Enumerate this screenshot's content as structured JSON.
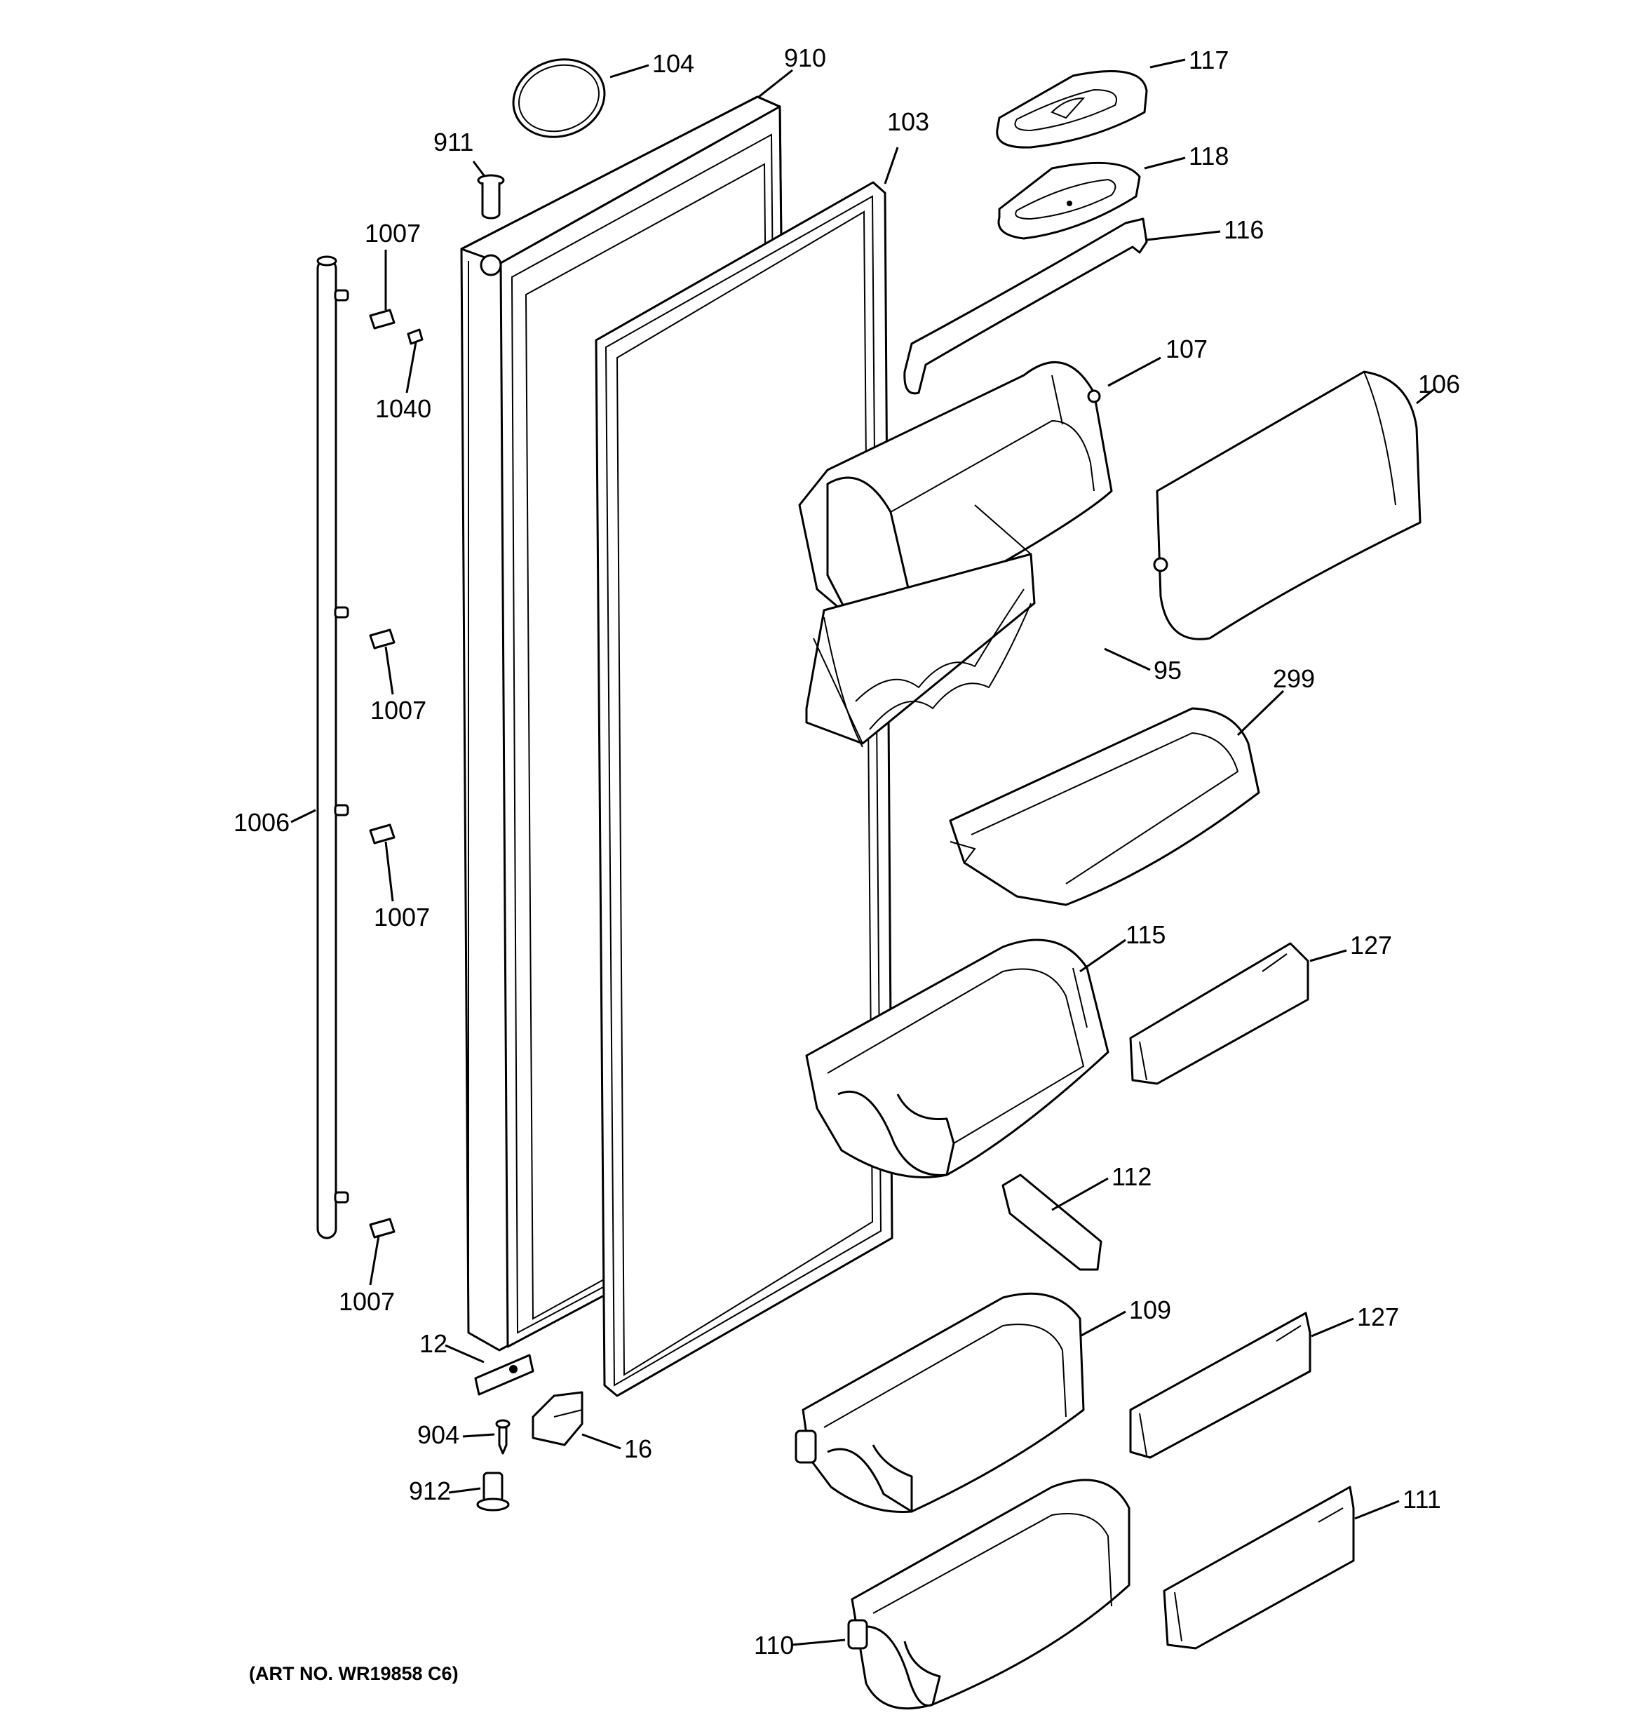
{
  "art_number": "(ART NO. WR19858 C6)",
  "part_labels": {
    "p104": "104",
    "p910": "910",
    "p911": "911",
    "p103": "103",
    "p117": "117",
    "p118": "118",
    "p116": "116",
    "p1007a": "1007",
    "p1040": "1040",
    "p107": "107",
    "p106": "106",
    "p95": "95",
    "p299": "299",
    "p1007b": "1007",
    "p1006": "1006",
    "p1007c": "1007",
    "p115": "115",
    "p127a": "127",
    "p112": "112",
    "p1007d": "1007",
    "p109": "109",
    "p127b": "127",
    "p12": "12",
    "p904": "904",
    "p16": "16",
    "p912": "912",
    "p111": "111",
    "p110": "110"
  }
}
